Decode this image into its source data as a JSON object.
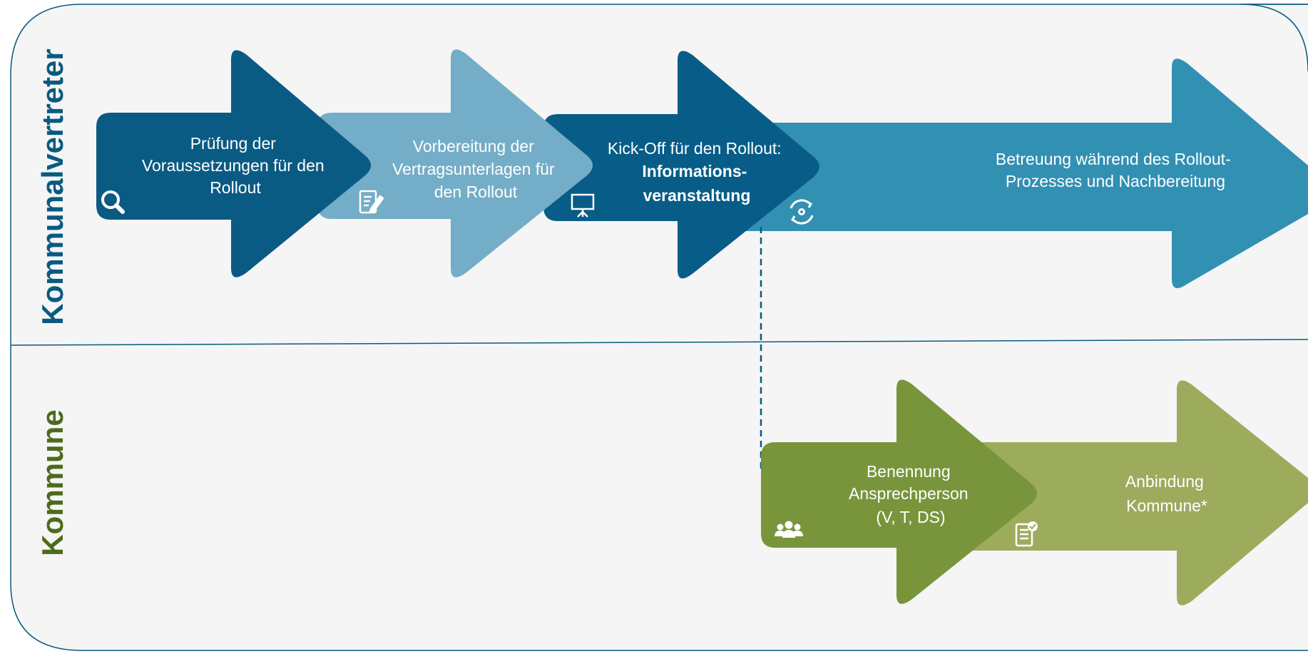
{
  "lanes": {
    "top": {
      "label": "Kommunalvertreter",
      "color": "#0a5a80"
    },
    "bottom": {
      "label": "Kommune",
      "color": "#4e6a1e"
    }
  },
  "steps": {
    "pruefung": {
      "line1": "Prüfung der",
      "line2": "Voraussetzungen für den",
      "line3": "Rollout",
      "icon": "search-icon",
      "color": "#0a5b84"
    },
    "vorbereitung": {
      "line1": "Vorbereitung der",
      "line2": "Vertragsunterlagen für",
      "line3": "den Rollout",
      "icon": "document-edit-icon",
      "color": "#74adc7"
    },
    "kickoff": {
      "line1": "Kick-Off für den Rollout:",
      "line2": "Informations-",
      "line3": "veranstaltung",
      "icon": "presentation-board-icon",
      "color": "#075d87"
    },
    "betreuung": {
      "line1": "Betreuung während des Rollout-",
      "line2": "Prozesses und Nachbereitung",
      "icon": "refresh-gear-icon",
      "color": "#3290b3"
    },
    "benennung": {
      "line1": "Benennung",
      "line2": "Ansprechperson",
      "line3": "(V, T, DS)",
      "icon": "people-group-icon",
      "color": "#78953c"
    },
    "anbindung": {
      "line1": "Anbindung",
      "line2": "Kommune*",
      "icon": "checklist-icon",
      "color": "#9dab5d"
    }
  },
  "colors": {
    "panel_bg": "#f5f5f5",
    "panel_border": "#0a5a80",
    "connector": "#0a5a80"
  }
}
